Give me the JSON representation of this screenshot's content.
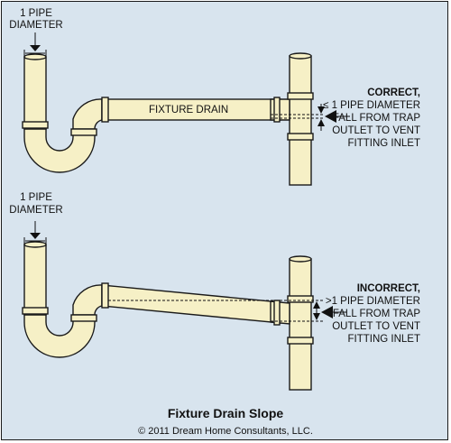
{
  "colors": {
    "background": "#d8e4ee",
    "pipe_fill": "#f6f0c6",
    "outline": "#1a1a1a"
  },
  "top": {
    "diameter_label": [
      "1 PIPE",
      "DIAMETER"
    ],
    "pipe_label": "FIXTURE DRAIN",
    "status": "CORRECT,",
    "notes": [
      "≤ 1 PIPE DIAMETER",
      "FALL FROM TRAP",
      "OUTLET TO VENT",
      "FITTING INLET"
    ]
  },
  "bottom": {
    "diameter_label": [
      "1 PIPE",
      "DIAMETER"
    ],
    "status": "INCORRECT,",
    "notes": [
      ">1 PIPE DIAMETER",
      "FALL FROM TRAP",
      "OUTLET TO VENT",
      "FITTING INLET"
    ]
  },
  "title": "Fixture Drain Slope",
  "copyright": "© 2011 Dream Home Consultants, LLC."
}
